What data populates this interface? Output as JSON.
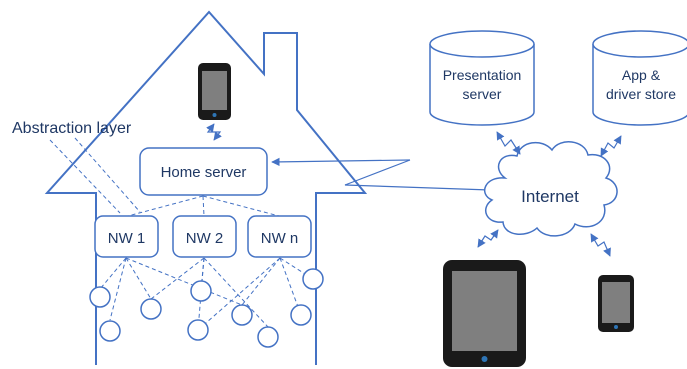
{
  "diagram": {
    "abstraction_label": "Abstraction layer",
    "home_server_label": "Home server",
    "networks": [
      "NW 1",
      "NW 2",
      "NW n"
    ],
    "internet_label": "Internet",
    "presentation_server_label": [
      "Presentation",
      "server"
    ],
    "app_store_label": [
      "App &",
      "driver store"
    ]
  },
  "colors": {
    "stroke": "#4472c4",
    "text": "#1f3864",
    "device_body": "#1a1a1a",
    "device_screen": "#7f7f7f",
    "device_button": "#2e75b6"
  }
}
